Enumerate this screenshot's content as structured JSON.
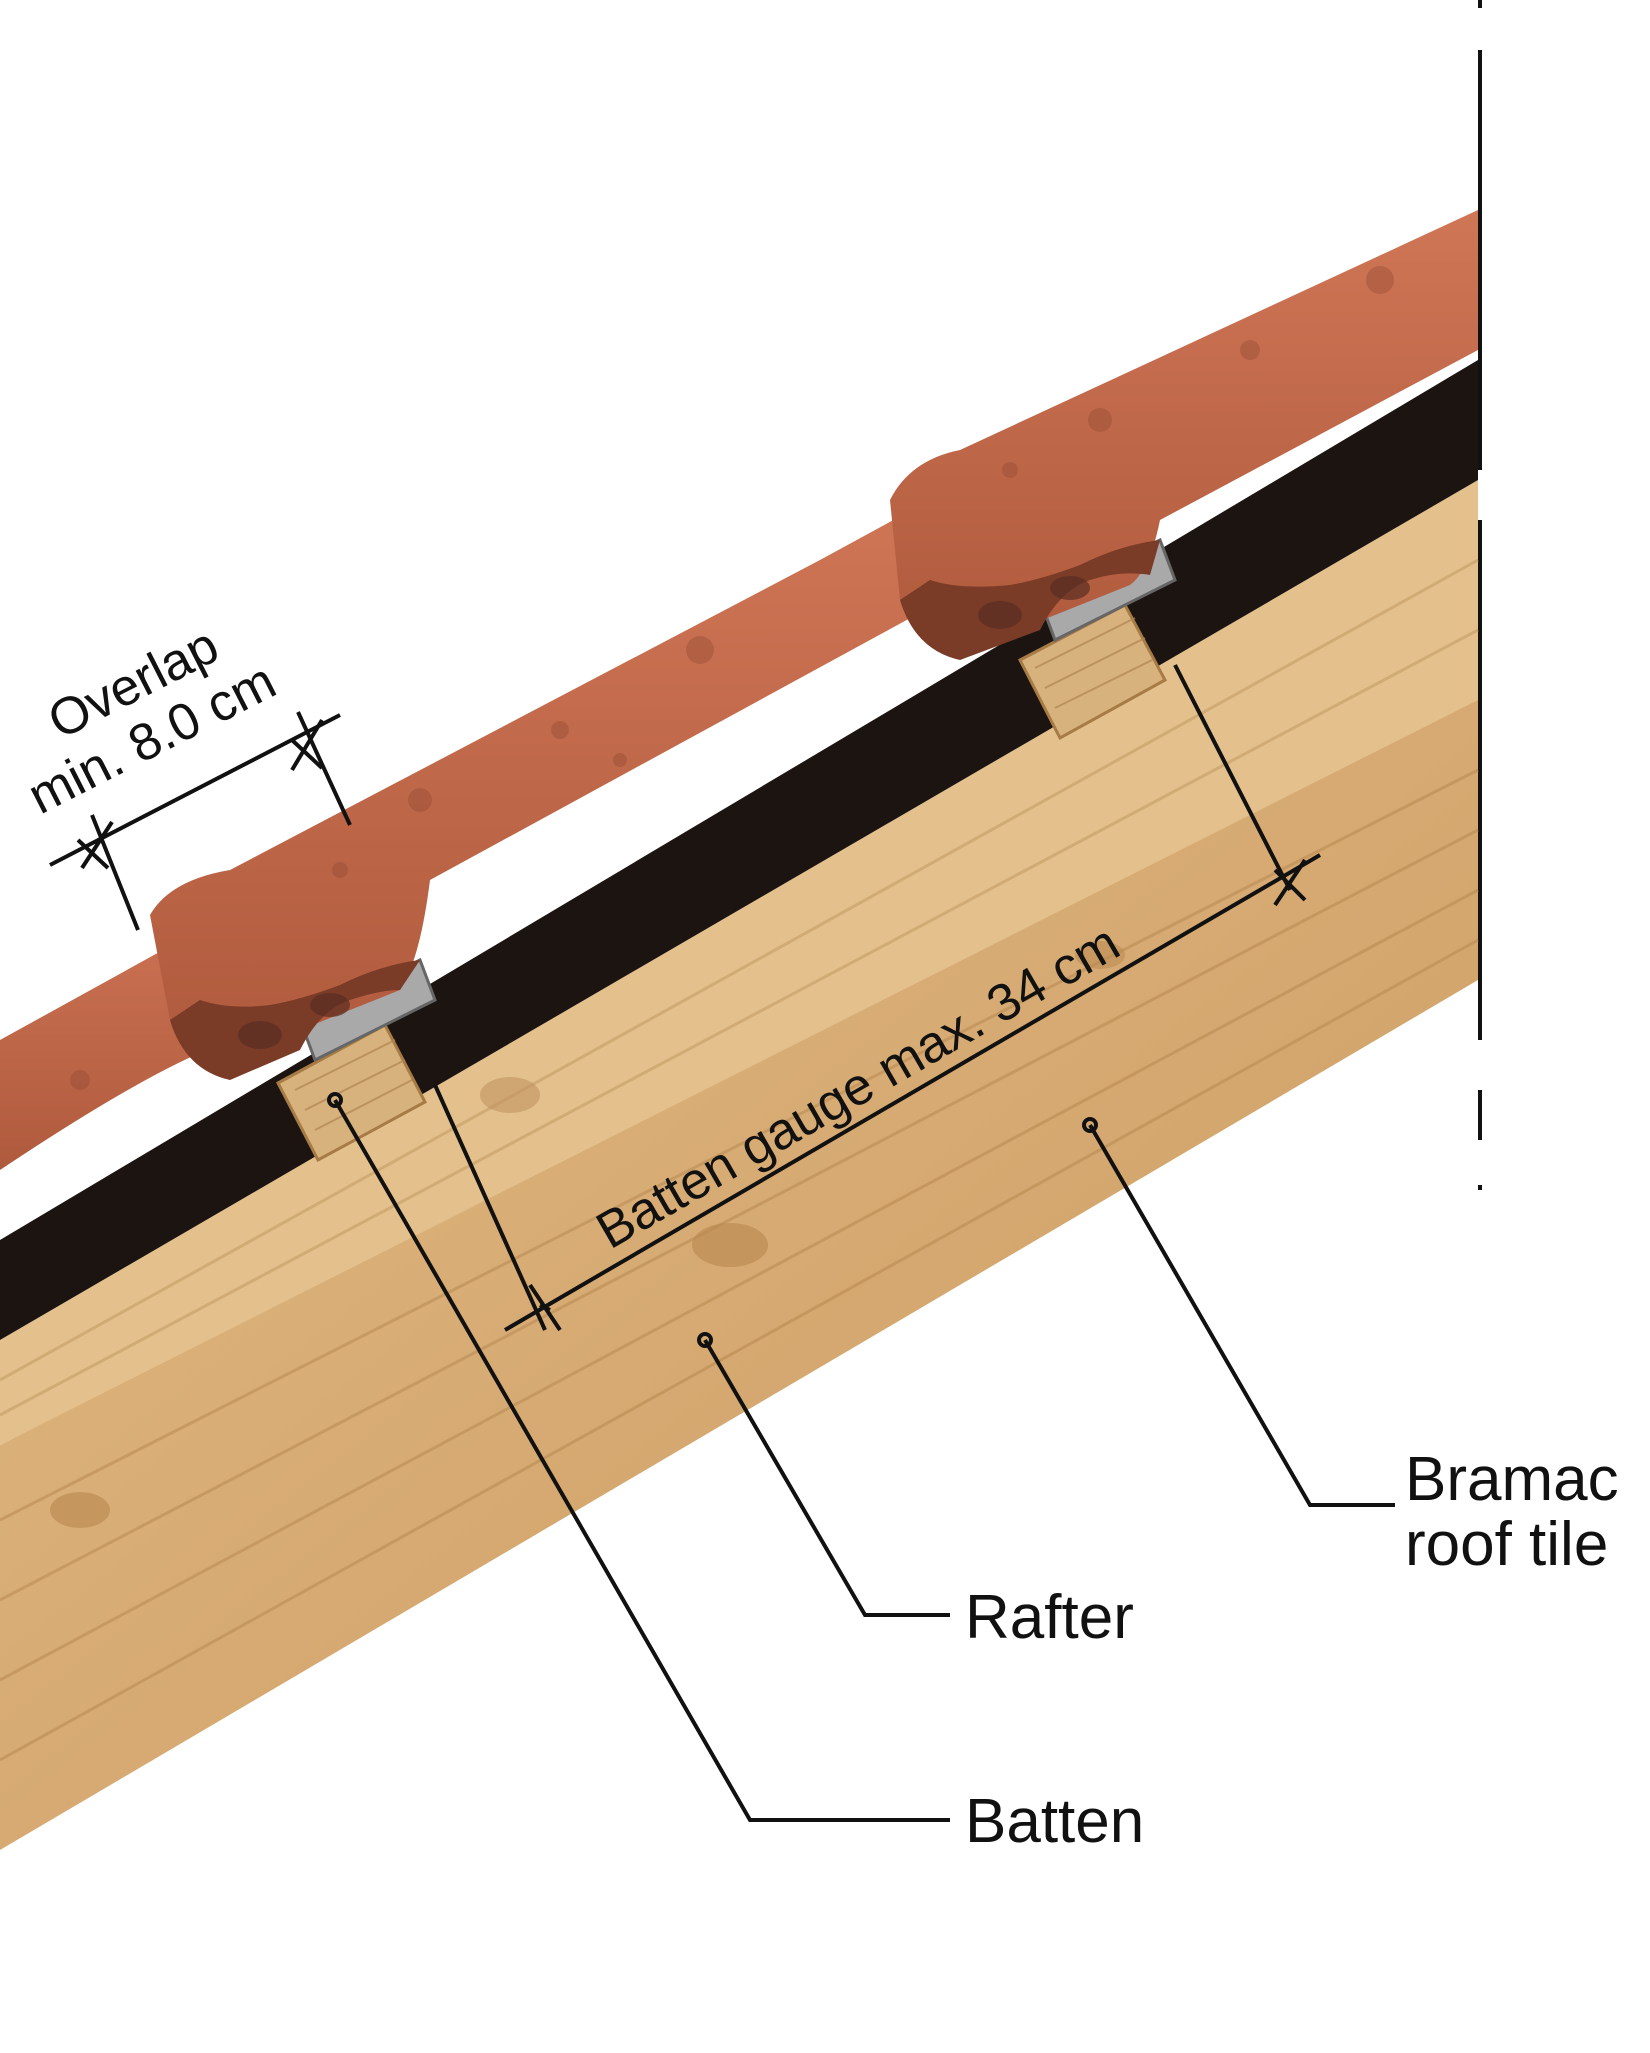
{
  "labels": {
    "overlap_line1": "Overlap",
    "overlap_line2": "min. 8.0 cm",
    "batten_gauge": "Batten gauge max. 34 cm",
    "roof_tile_line1": "Bramac",
    "roof_tile_line2": "roof tile",
    "rafter": "Rafter",
    "batten": "Batten"
  },
  "colors": {
    "tile": "#c2694a",
    "tile_dark": "#9e4d33",
    "tile_shadow": "#5a2e22",
    "wood": "#d9b07a",
    "wood_light": "#e6c494",
    "wood_dark": "#b98d55",
    "clip": "#a8a8a8",
    "cavity": "#1a1210",
    "line": "#111111"
  }
}
